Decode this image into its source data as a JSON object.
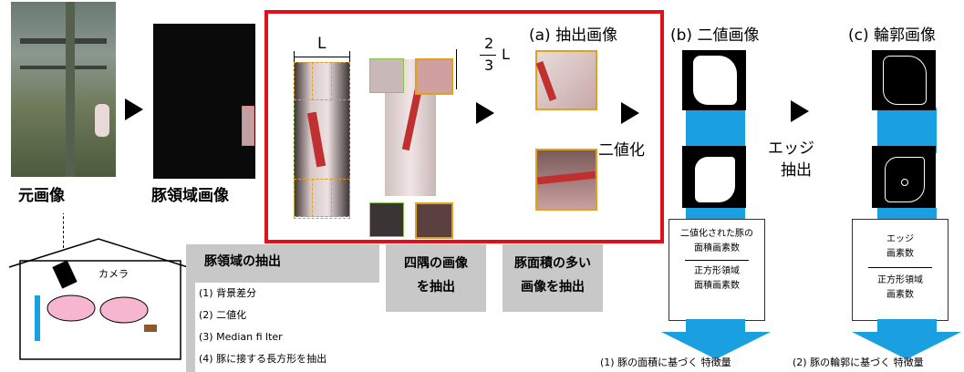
{
  "images": {
    "original_label": "元画像",
    "pig_region_label": "豚領域画像"
  },
  "extraction": {
    "dimension_L": "L",
    "fraction_num": "2",
    "fraction_den": "3",
    "fraction_L": "L"
  },
  "headers": {
    "a": "(a) 抽出画像",
    "b": "(b) 二値画像",
    "c": "(c) 輪郭画像"
  },
  "arrow_labels": {
    "binarize": "二値化",
    "edge_line1": "エッジ",
    "edge_line2": "抽出"
  },
  "process_boxes": {
    "pig_region_title": "豚領域の抽出",
    "pig_region_steps": [
      "(1) 背景差分",
      "(2) 二値化",
      "(3) Median fi lter",
      "(4) 豚に接する長方形を抽出"
    ],
    "corners_line1": "四隅の画像",
    "corners_line2": "を抽出",
    "area_line1": "豚面積の多い",
    "area_line2": "画像を抽出"
  },
  "formula_binary": {
    "numerator_line1": "二値化された豚の",
    "numerator_line2": "面積画素数",
    "denominator_line1": "正方形領域",
    "denominator_line2": "面積画素数"
  },
  "formula_edge": {
    "numerator_line1": "エッジ",
    "numerator_line2": "画素数",
    "denominator_line1": "正方形領域",
    "denominator_line2": "画素数"
  },
  "features": {
    "area": "(1) 豚の面積に基づく 特徴量",
    "contour": "(2) 豚の輪郭に基づく 特徴量"
  },
  "scene": {
    "camera_label": "カメラ"
  },
  "colors": {
    "highlight_red": "#e0101c",
    "flow_blue": "#1aa0e0",
    "step_gray": "#c8c8c8"
  }
}
